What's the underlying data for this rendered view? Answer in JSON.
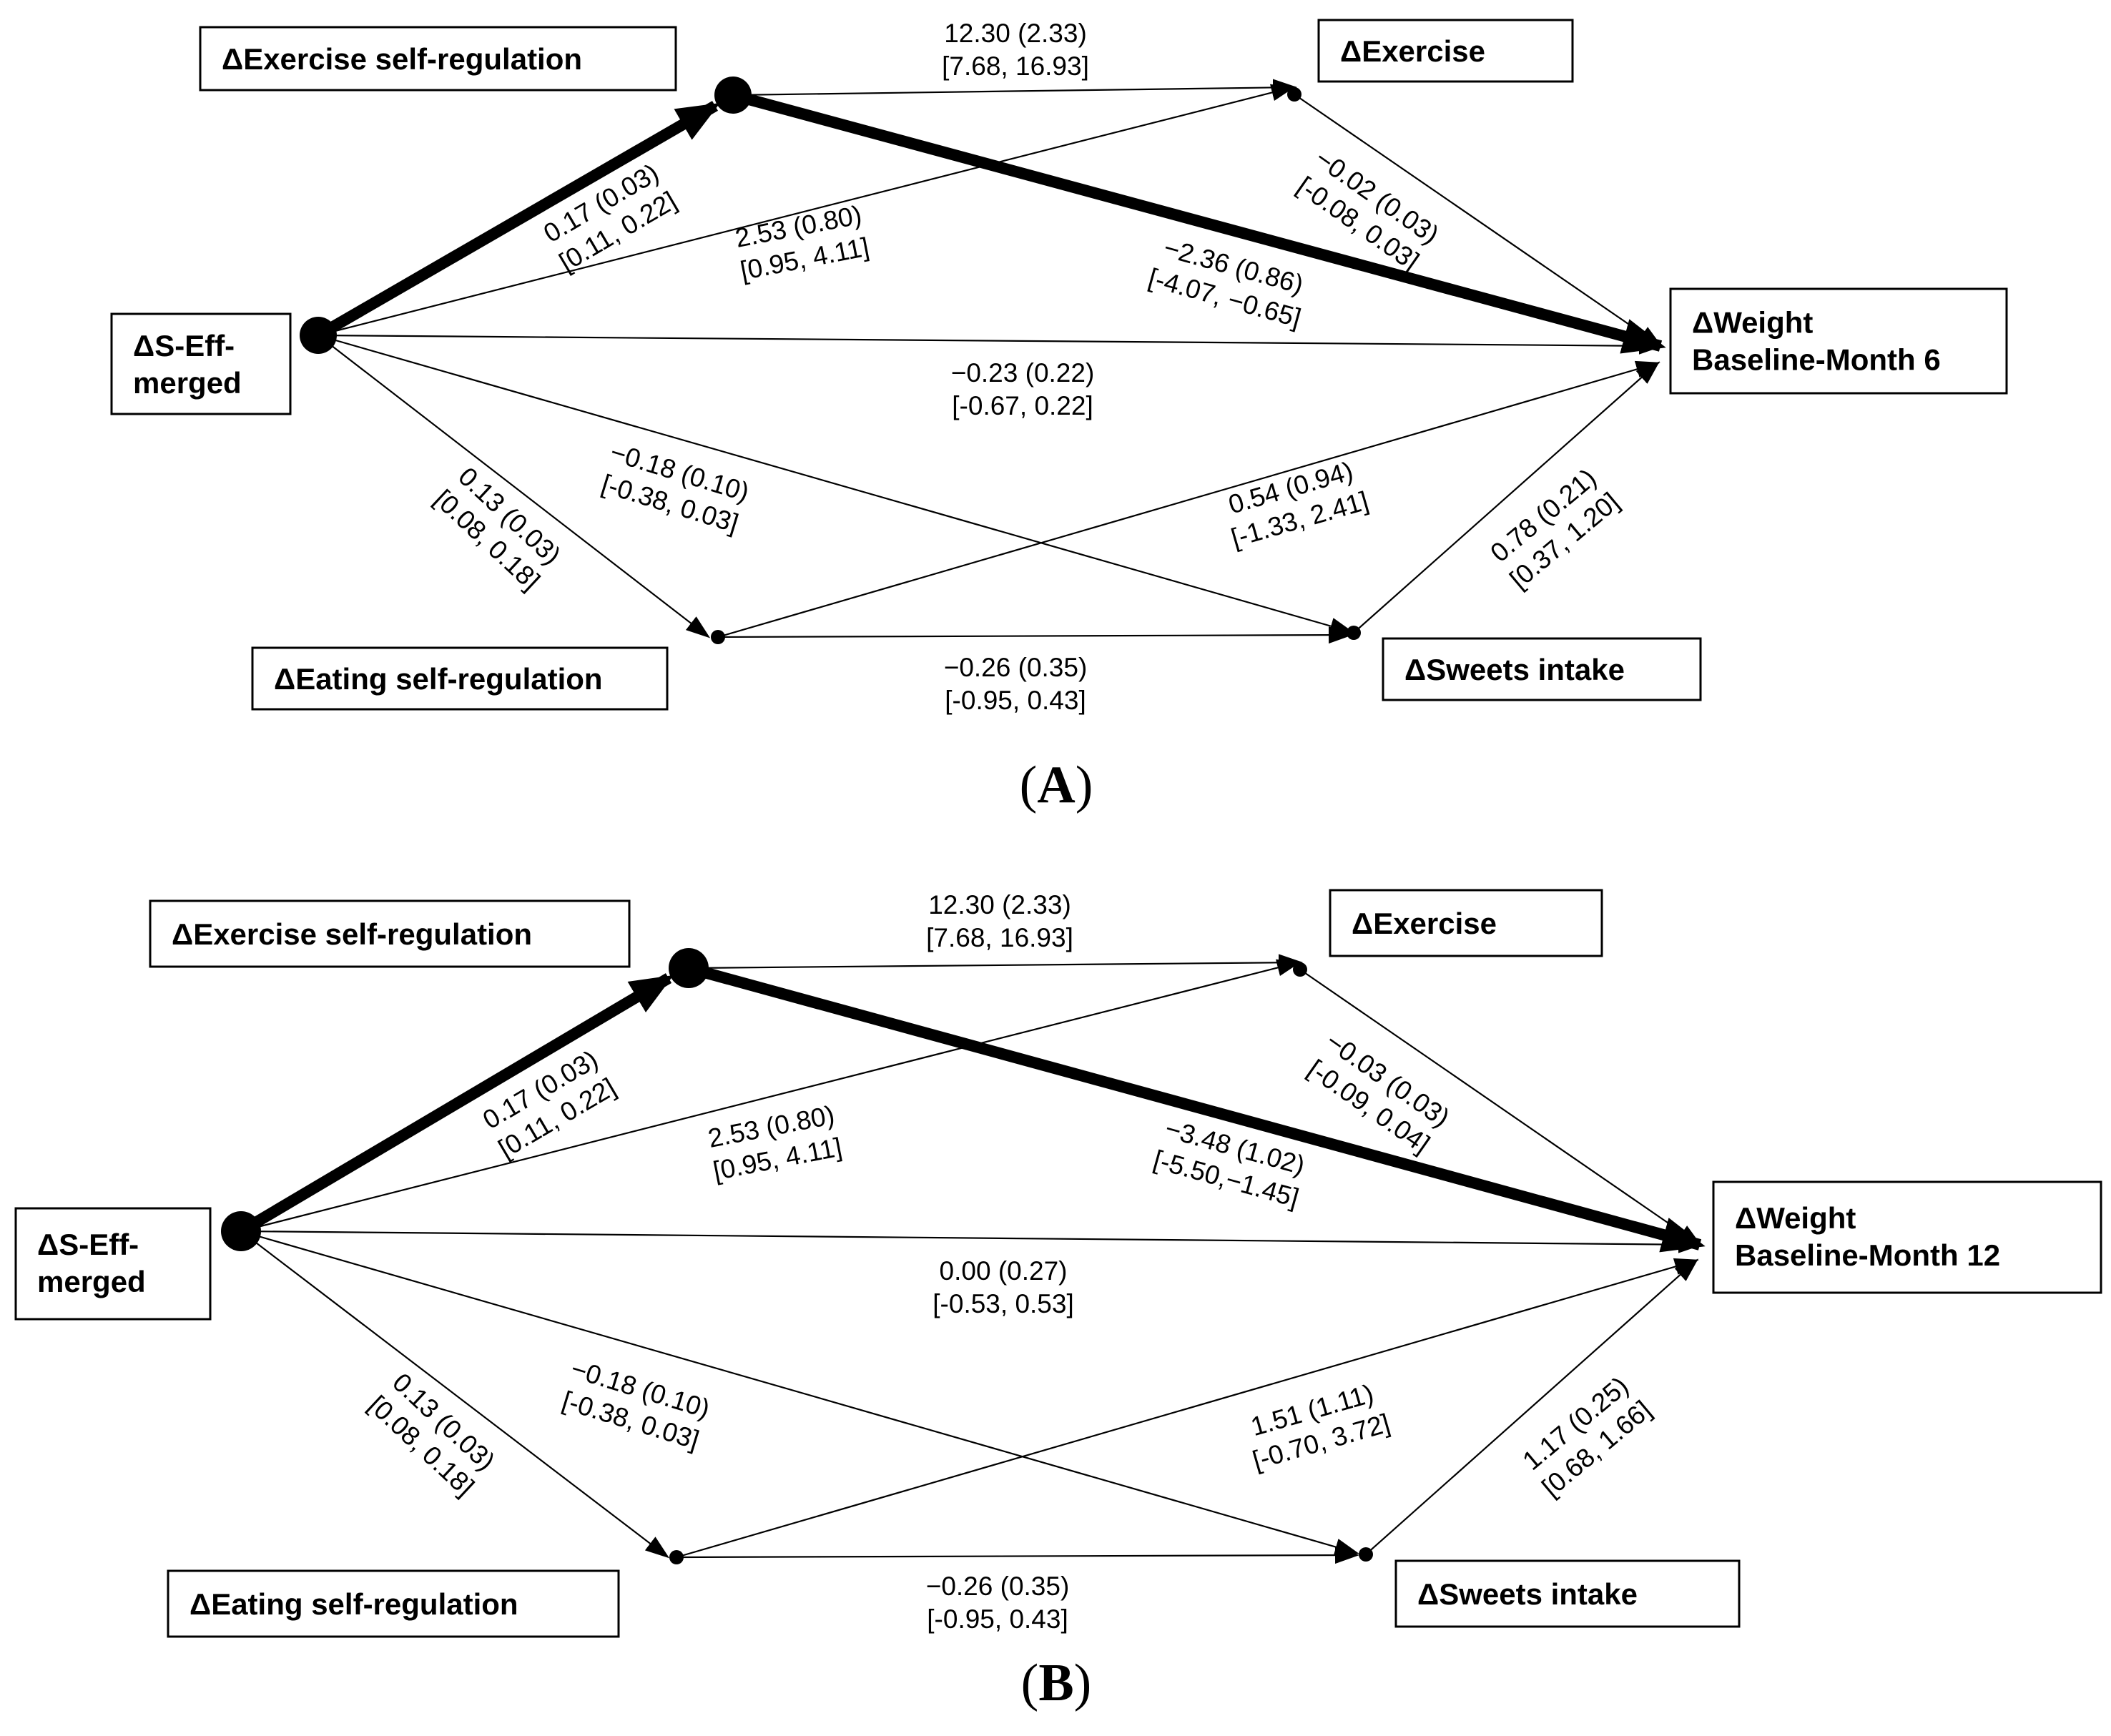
{
  "panels": [
    {
      "label_letter": "A",
      "nodes": {
        "sEff": {
          "line1": "ΔS-Eff-",
          "line2": "merged"
        },
        "exSR": {
          "line1": "ΔExercise self-regulation"
        },
        "ex": {
          "line1": "ΔExercise"
        },
        "weight": {
          "line1": "ΔWeight",
          "line2": "Baseline-Month 6"
        },
        "eatSR": {
          "line1": "ΔEating self-regulation"
        },
        "sweets": {
          "line1": "ΔSweets intake"
        }
      },
      "paths": [
        {
          "id": "sEff-exSR",
          "bold": true,
          "est": "0.17 (0.03)",
          "ci": "[0.11, 0.22]"
        },
        {
          "id": "exSR-ex",
          "bold": false,
          "est": "12.30 (2.33)",
          "ci": "[7.68, 16.93]"
        },
        {
          "id": "exSR-weight",
          "bold": true,
          "est": "−2.36 (0.86)",
          "ci": "[-4.07, −0.65]"
        },
        {
          "id": "sEff-ex",
          "bold": false,
          "est": "2.53 (0.80)",
          "ci": "[0.95, 4.11]"
        },
        {
          "id": "ex-weight",
          "bold": false,
          "est": "−0.02 (0.03)",
          "ci": "[-0.08, 0.03]"
        },
        {
          "id": "sEff-weight",
          "bold": false,
          "est": "−0.23 (0.22)",
          "ci": "[-0.67, 0.22]"
        },
        {
          "id": "sEff-eatSR",
          "bold": false,
          "est": "0.13 (0.03)",
          "ci": "[0.08, 0.18]"
        },
        {
          "id": "sEff-sweets",
          "bold": false,
          "est": "−0.18 (0.10)",
          "ci": "[-0.38, 0.03]"
        },
        {
          "id": "eatSR-weight",
          "bold": false,
          "est": "0.54 (0.94)",
          "ci": "[-1.33, 2.41]"
        },
        {
          "id": "eatSR-sweets",
          "bold": false,
          "est": "−0.26 (0.35)",
          "ci": "[-0.95, 0.43]"
        },
        {
          "id": "sweets-weight",
          "bold": false,
          "est": "0.78 (0.21)",
          "ci": "[0.37, 1.20]"
        }
      ]
    },
    {
      "label_letter": "B",
      "nodes": {
        "sEff": {
          "line1": "ΔS-Eff-",
          "line2": "merged"
        },
        "exSR": {
          "line1": "ΔExercise self-regulation"
        },
        "ex": {
          "line1": "ΔExercise"
        },
        "weight": {
          "line1": "ΔWeight",
          "line2": "Baseline-Month 12"
        },
        "eatSR": {
          "line1": "ΔEating self-regulation"
        },
        "sweets": {
          "line1": "ΔSweets intake"
        }
      },
      "paths": [
        {
          "id": "sEff-exSR",
          "bold": true,
          "est": "0.17 (0.03)",
          "ci": "[0.11, 0.22]"
        },
        {
          "id": "exSR-ex",
          "bold": false,
          "est": "12.30 (2.33)",
          "ci": "[7.68, 16.93]"
        },
        {
          "id": "exSR-weight",
          "bold": true,
          "est": "−3.48 (1.02)",
          "ci": "[-5.50,−1.45]"
        },
        {
          "id": "sEff-ex",
          "bold": false,
          "est": "2.53 (0.80)",
          "ci": "[0.95, 4.11]"
        },
        {
          "id": "ex-weight",
          "bold": false,
          "est": "−0.03 (0.03)",
          "ci": "[-0.09, 0.04]"
        },
        {
          "id": "sEff-weight",
          "bold": false,
          "est": "0.00 (0.27)",
          "ci": "[-0.53, 0.53]"
        },
        {
          "id": "sEff-eatSR",
          "bold": false,
          "est": "0.13 (0.03)",
          "ci": "[0.08, 0.18]"
        },
        {
          "id": "sEff-sweets",
          "bold": false,
          "est": "−0.18 (0.10)",
          "ci": "[-0.38, 0.03]"
        },
        {
          "id": "eatSR-weight",
          "bold": false,
          "est": "1.51 (1.11)",
          "ci": "[-0.70, 3.72]"
        },
        {
          "id": "eatSR-sweets",
          "bold": false,
          "est": "−0.26 (0.35)",
          "ci": "[-0.95, 0.43]"
        },
        {
          "id": "sweets-weight",
          "bold": false,
          "est": "1.17 (0.25)",
          "ci": "[0.68, 1.66]"
        }
      ]
    }
  ]
}
